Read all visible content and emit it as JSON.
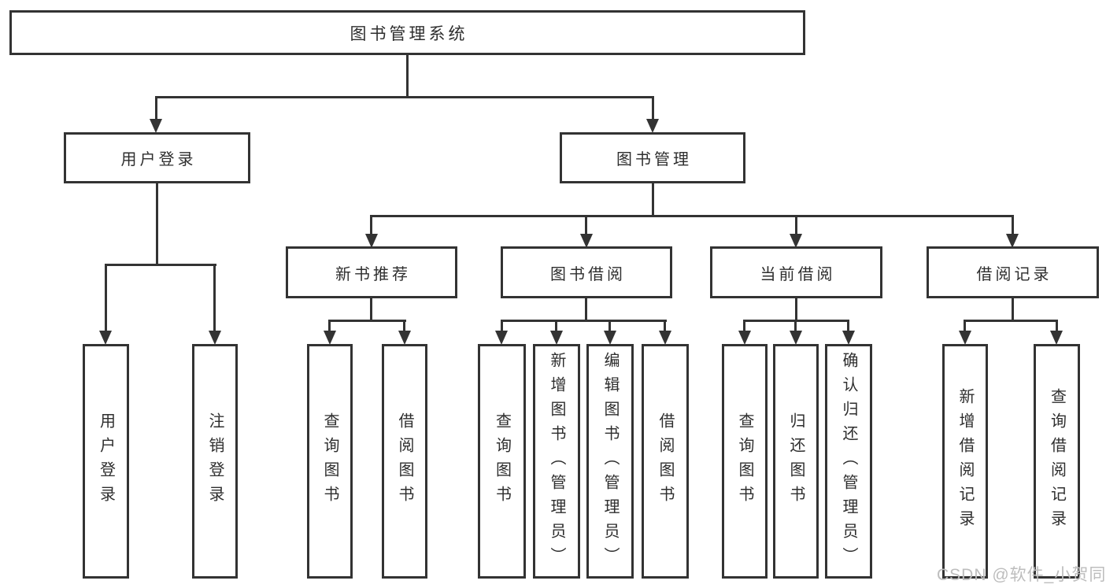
{
  "diagram_title": "图书管理系统",
  "tree": {
    "label": "图书管理系统",
    "children": [
      {
        "label": "用户登录",
        "children": [
          {
            "label": "用户登录"
          },
          {
            "label": "注销登录"
          }
        ]
      },
      {
        "label": "图书管理",
        "children": [
          {
            "label": "新书推荐",
            "children": [
              {
                "label": "查询图书"
              },
              {
                "label": "借阅图书"
              }
            ]
          },
          {
            "label": "图书借阅",
            "children": [
              {
                "label": "查询图书"
              },
              {
                "label": "新增图书（管理员）"
              },
              {
                "label": "编辑图书（管理员）"
              },
              {
                "label": "借阅图书"
              }
            ]
          },
          {
            "label": "当前借阅",
            "children": [
              {
                "label": "查询图书"
              },
              {
                "label": "归还图书"
              },
              {
                "label": "确认归还（管理员）"
              }
            ]
          },
          {
            "label": "借阅记录",
            "children": [
              {
                "label": "新增借阅记录"
              },
              {
                "label": "查询借阅记录"
              }
            ]
          }
        ]
      }
    ]
  },
  "watermark": {
    "text": "CSDN @软件_小贺同学"
  },
  "colors": {
    "line": "#333333",
    "text": "#2e2e2e",
    "background": "#ffffff",
    "watermark": "#bdbdbd"
  }
}
